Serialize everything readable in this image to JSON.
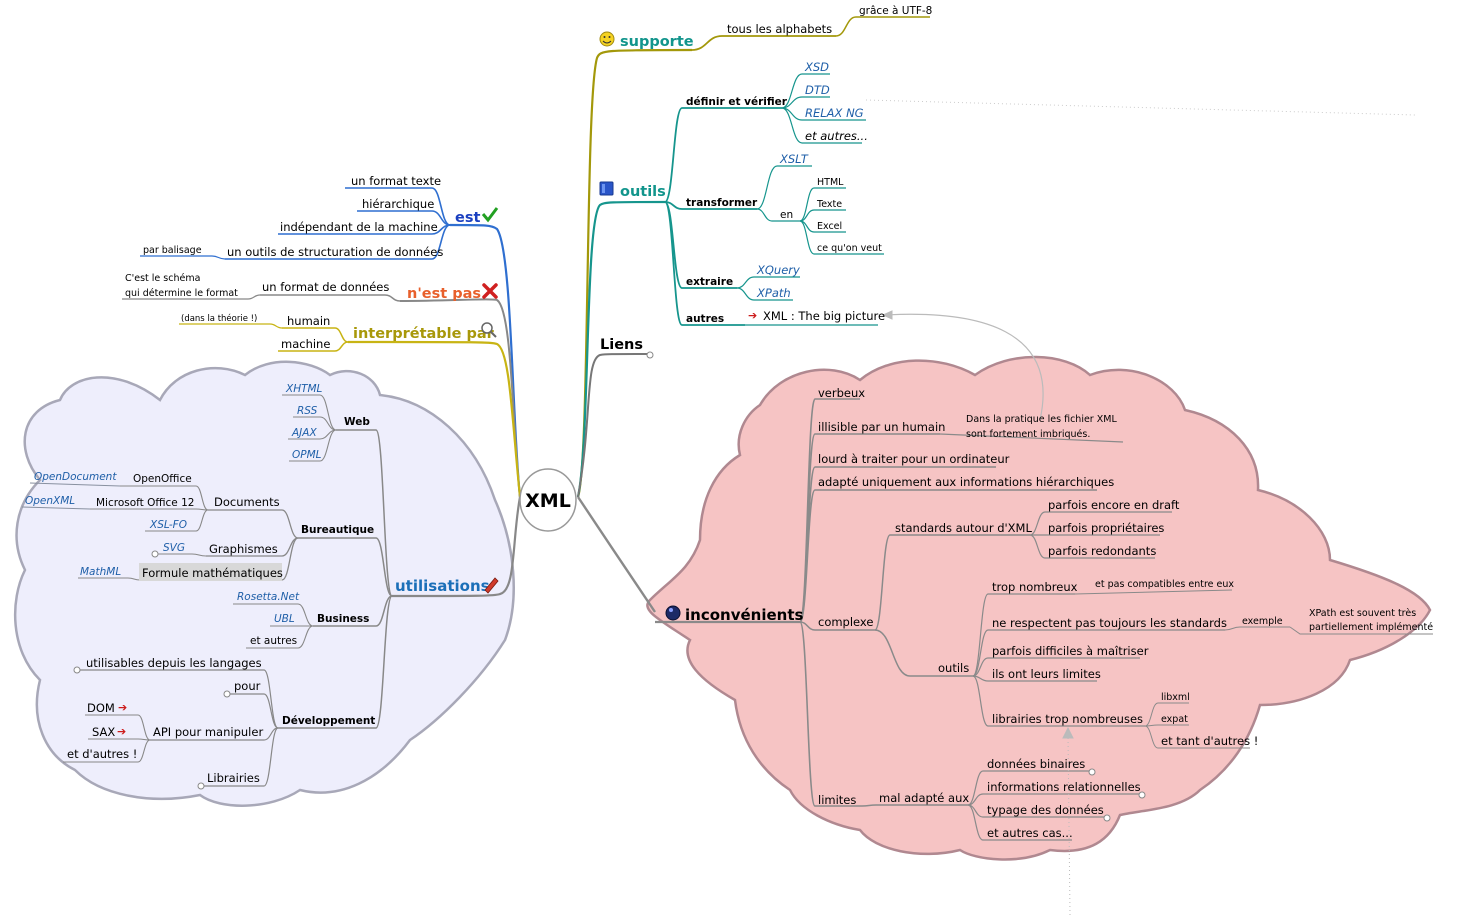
{
  "central": "XML",
  "colors": {
    "supporte": "#a3980a",
    "outils": "#16958d",
    "liens": "#777777",
    "inconvenients": "#888888",
    "est": "#2f6fd0",
    "nestpas": "#e06030",
    "interpretable": "#c8b414",
    "utilisations": "#8890a0",
    "cloud_left": "#eeeefc",
    "cloud_right": "#f6c4c4"
  },
  "right": {
    "supporte": {
      "label": "supporte",
      "icon": "smiley-icon",
      "child": "tous les alphabets",
      "grandchild": "grâce à UTF-8"
    },
    "outils": {
      "label": "outils",
      "icon": "book-icon",
      "definir": {
        "label": "définir et vérifier",
        "items": [
          "XSD",
          "DTD",
          "RELAX NG",
          "et autres..."
        ]
      },
      "transformer": {
        "label": "transformer",
        "xslt": "XSLT",
        "en": "en",
        "items": [
          "HTML",
          "Texte",
          "Excel",
          "ce qu'on veut"
        ]
      },
      "extraire": {
        "label": "extraire",
        "items": [
          "XQuery",
          "XPath"
        ]
      },
      "autres": {
        "label": "autres",
        "link": "XML : The big picture"
      }
    },
    "liens": {
      "label": "Liens"
    },
    "inconvenients": {
      "label": "inconvénients",
      "icon": "bomb-icon",
      "verbeux": "verbeux",
      "illisible": "illisible par un humain",
      "illisible_note": [
        "Dans la pratique les fichier XML",
        "sont fortement imbriqués."
      ],
      "lourd": "lourd à traiter pour un ordinateur",
      "adapte": "adapté uniquement aux informations hiérarchiques",
      "complexe": {
        "label": "complexe",
        "standards": {
          "label": "standards autour d'XML",
          "items": [
            "parfois encore en draft",
            "parfois propriétaires",
            "parfois redondants"
          ]
        },
        "outils": {
          "label": "outils",
          "trop_nombreux": "trop nombreux",
          "trop_note": "et pas compatibles entre eux",
          "respectent": "ne respectent pas toujours les standards",
          "exemple": "exemple",
          "exemple_note": [
            "XPath est souvent très",
            "partiellement implémenté"
          ],
          "difficiles": "parfois difficiles à maîtriser",
          "limites": "ils ont leurs limites",
          "librairies": "librairies trop nombreuses",
          "libs": [
            "libxml",
            "expat",
            "et tant d'autres !"
          ]
        }
      },
      "limites": {
        "label": "limites",
        "mal": "mal adapté aux",
        "items": [
          "données binaires",
          "informations relationnelles",
          "typage des données",
          "et autres cas..."
        ]
      }
    }
  },
  "left": {
    "est": {
      "label": "est",
      "icon": "check-icon",
      "items": [
        "un format texte",
        "hiérarchique",
        "indépendant de la machine",
        "un outils de structuration de données"
      ],
      "balisage": "par balisage"
    },
    "nestpas": {
      "label": "n'est pas",
      "icon": "cross-icon",
      "child": "un format de données",
      "note": [
        "C'est le schéma",
        "qui détermine le format"
      ]
    },
    "interpretable": {
      "label": "interprétable par",
      "icon": "magnifier-icon",
      "humain": "humain",
      "humain_note": "(dans la théorie !)",
      "machine": "machine"
    },
    "utilisations": {
      "label": "utilisations",
      "icon": "pencil-icon",
      "web": {
        "label": "Web",
        "items": [
          "XHTML",
          "RSS",
          "AJAX",
          "OPML"
        ]
      },
      "bureautique": {
        "label": "Bureautique",
        "documents": "Documents",
        "openoffice": "OpenOffice",
        "opendocument": "OpenDocument",
        "msoffice": "Microsoft Office 12",
        "openxml": "OpenXML",
        "xslfo": "XSL-FO",
        "graphismes": "Graphismes",
        "svg": "SVG",
        "formule": "Formule mathématiques",
        "mathml": "MathML"
      },
      "business": {
        "label": "Business",
        "items": [
          "Rosetta.Net",
          "UBL",
          "et autres"
        ]
      },
      "developpement": {
        "label": "Développement",
        "langages": "utilisables depuis les langages",
        "pour": "pour",
        "api": "API pour manipuler",
        "dom": "DOM",
        "sax": "SAX",
        "autres": "et d'autres !",
        "librairies": "Librairies"
      }
    }
  }
}
